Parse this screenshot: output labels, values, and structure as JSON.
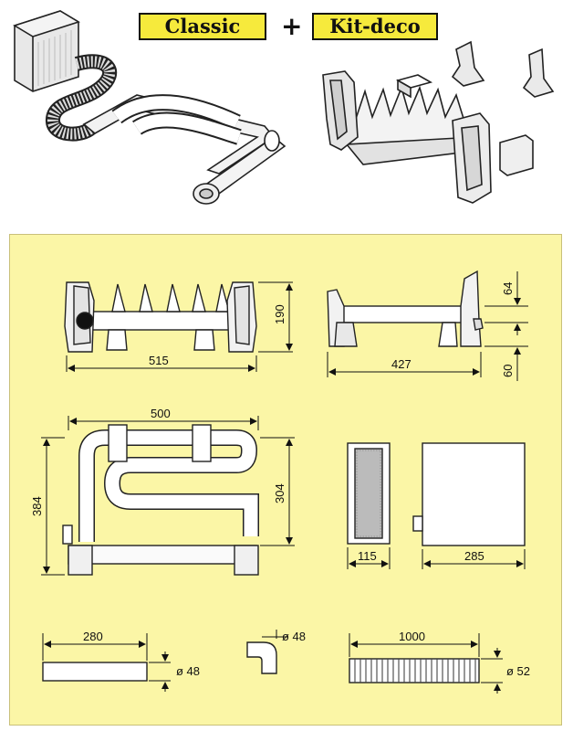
{
  "header": {
    "left_label": "Classic",
    "plus": "+",
    "right_label": "Kit-deco"
  },
  "dimensions": {
    "front_width": "515",
    "front_height": "190",
    "side_depth": "427",
    "side_top": "64",
    "side_bottom": "60",
    "top_width": "500",
    "top_depth_outer": "384",
    "top_depth_inner": "304",
    "grille_width": "115",
    "box_width": "285",
    "straight_length": "280",
    "straight_diameter": "ø 48",
    "elbow_diameter": "ø 48",
    "flex_length": "1000",
    "flex_diameter": "ø 52"
  },
  "colors": {
    "panel": "#fbf6a6",
    "tag": "#f6ea3c",
    "part_fill": "#ffffff"
  }
}
